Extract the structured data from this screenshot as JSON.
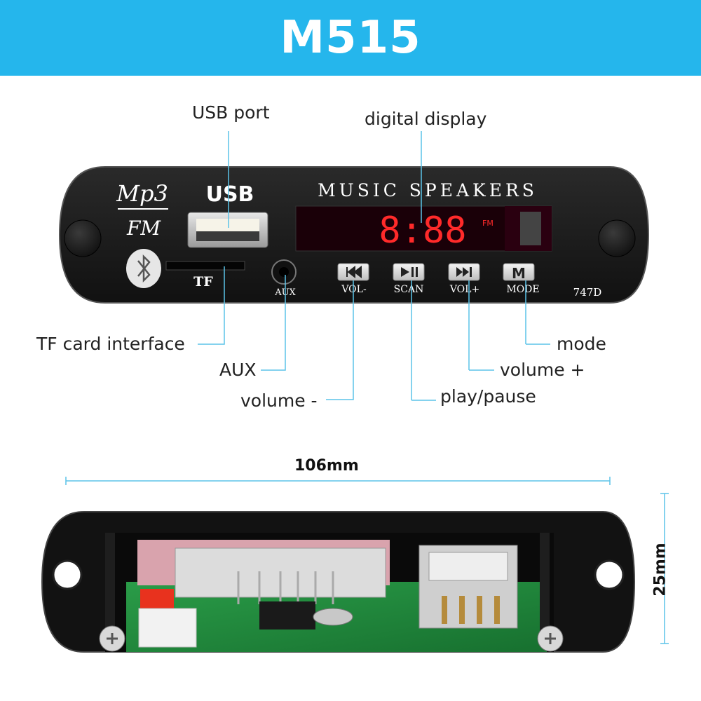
{
  "banner": {
    "title": "M515"
  },
  "panel": {
    "logo_top": "Mp3",
    "logo_bottom": "FM",
    "usb_label": "USB",
    "tf_label": "TF",
    "aux_label": "AUX",
    "header_text": "MUSIC SPEAKERS",
    "display_digits": "8:88",
    "display_fm": "FM",
    "buttons": [
      {
        "label": "VOL-",
        "icon": "previous-icon"
      },
      {
        "label": "SCAN",
        "icon": "play-pause-icon"
      },
      {
        "label": "VOL+",
        "icon": "next-icon"
      },
      {
        "label": "MODE",
        "icon": "mode-m-icon",
        "glyph": "M"
      }
    ],
    "model": "747D"
  },
  "callouts": {
    "usb_port": "USB port",
    "digital_display": "digital display",
    "tf_card": "TF card interface",
    "aux": "AUX",
    "volume_minus": "volume -",
    "play_pause": "play/pause",
    "volume_plus": "volume +",
    "mode": "mode"
  },
  "dimensions": {
    "width": "106mm",
    "height": "25mm"
  },
  "colors": {
    "banner": "#25b6ec",
    "leader": "#5bc3e8",
    "display_red": "#ff2a2a",
    "pcb_green": "#1f8a3c"
  }
}
